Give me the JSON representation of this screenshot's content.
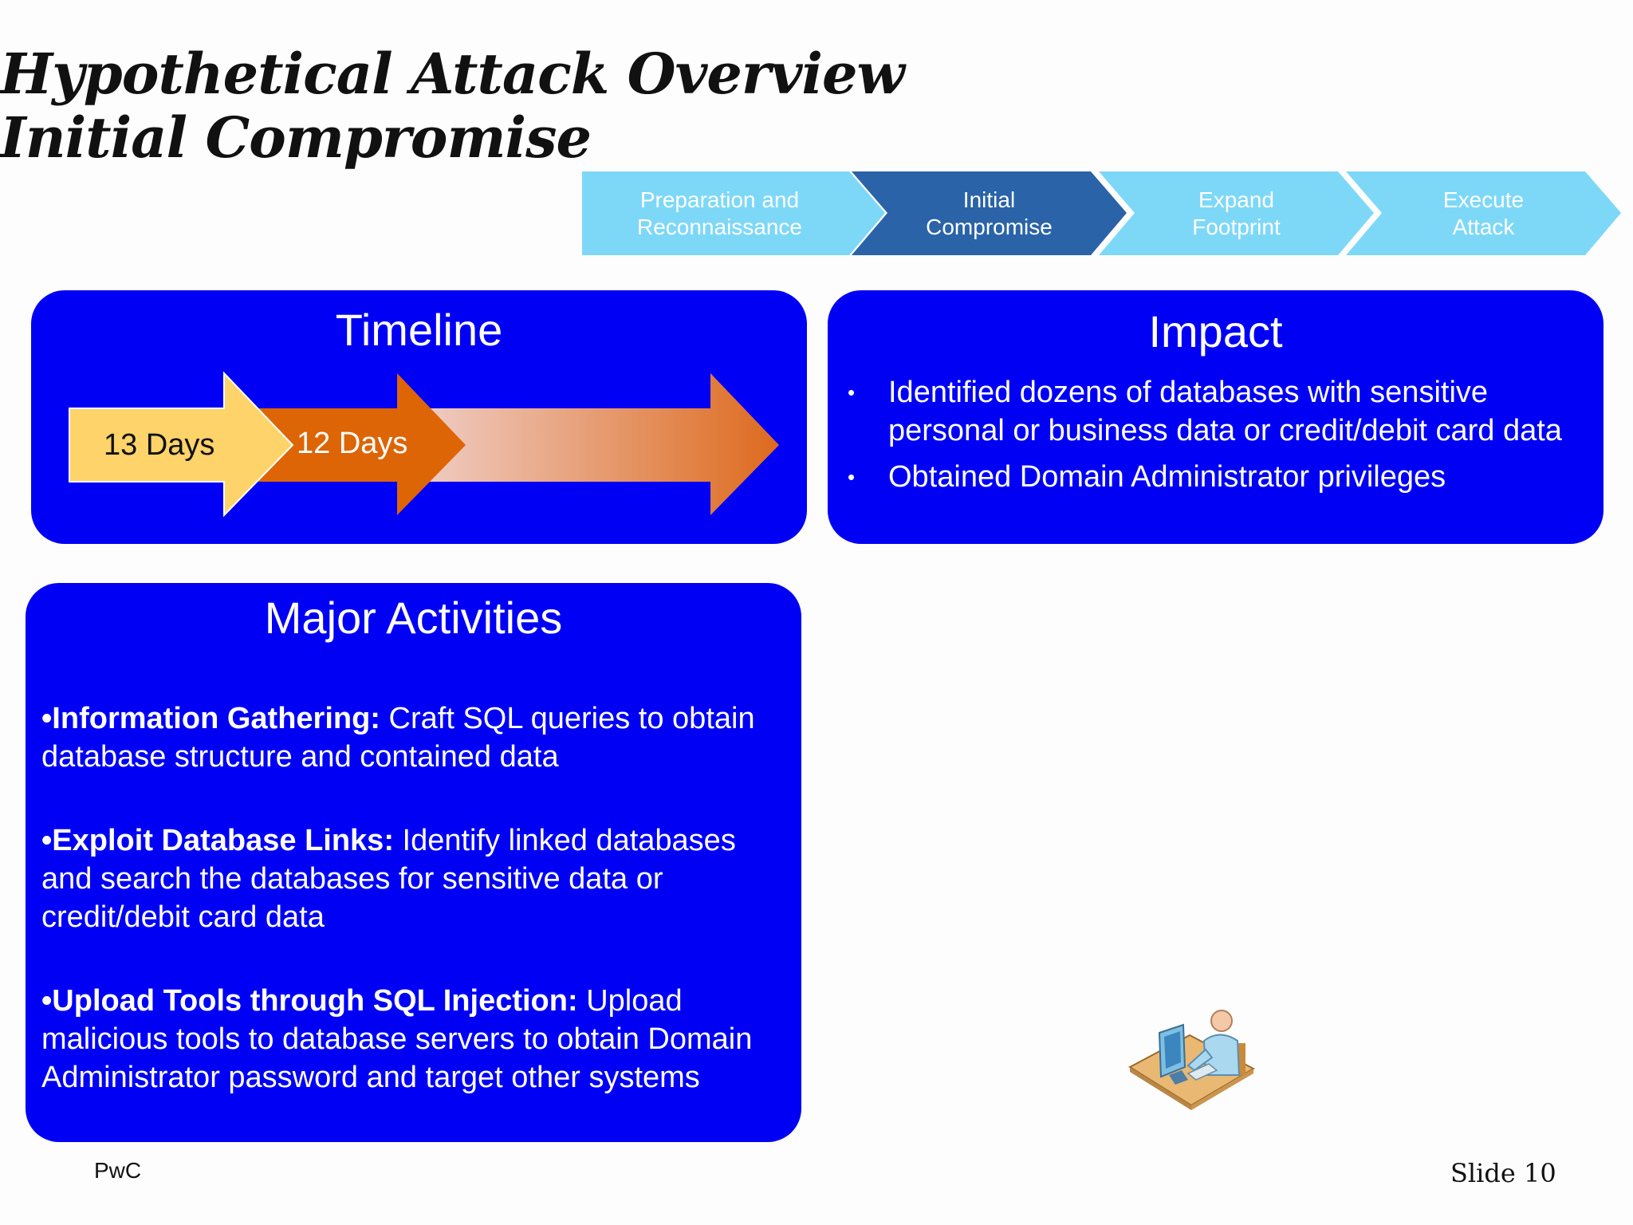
{
  "title": {
    "line1": "Hypothetical Attack Overview",
    "line2": "Initial Compromise"
  },
  "phases": [
    {
      "label": "Preparation and\nReconnaissance",
      "active": false
    },
    {
      "label": "Initial\nCompromise",
      "active": true
    },
    {
      "label": "Expand\nFootprint",
      "active": false
    },
    {
      "label": "Execute\nAttack",
      "active": false
    }
  ],
  "colors": {
    "panel": "#0000f5",
    "phase_inactive": "#7dd8f7",
    "phase_active": "#2a63a8",
    "arrow_yellow": "#fdd36a",
    "arrow_orange": "#dd6506"
  },
  "timeline": {
    "title": "Timeline",
    "segments": [
      {
        "label": "13 Days"
      },
      {
        "label": "12 Days"
      }
    ]
  },
  "impact": {
    "title": "Impact",
    "bullet": "•",
    "items": [
      "Identified  dozens of databases with sensitive personal or business data or credit/debit card data",
      "Obtained Domain Administrator privileges"
    ]
  },
  "activities": {
    "title": "Major Activities",
    "items": [
      {
        "heading": "•Information Gathering:",
        "text": " Craft SQL queries to obtain database structure and contained data"
      },
      {
        "heading": "•Exploit Database Links:",
        "text": " Identify linked databases and search the databases for sensitive data or credit/debit card data"
      },
      {
        "heading": "•Upload Tools through SQL Injection:",
        "text": " Upload malicious tools to database servers to obtain Domain Administrator password and target  other systems"
      }
    ]
  },
  "footer": {
    "left": "PwC",
    "right": "Slide 10"
  },
  "icons": {
    "user": "user-at-computer-icon"
  }
}
